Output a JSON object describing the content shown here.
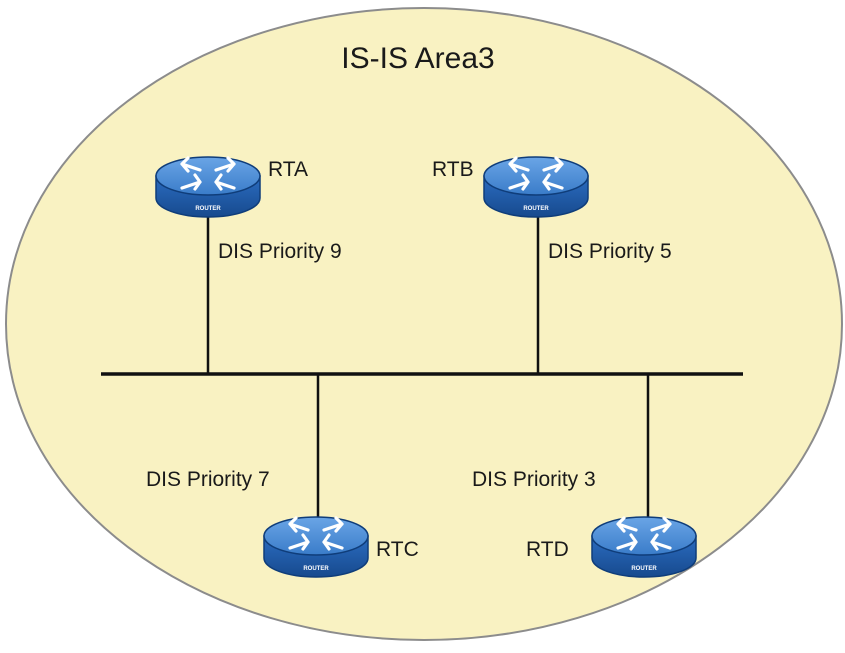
{
  "diagram": {
    "area_label": "IS-IS Area3",
    "colors": {
      "area_fill": "#f9f2c2",
      "area_stroke": "#8c8c8c",
      "router_body": "#1e5ba8",
      "router_top": "#4d8ed6",
      "router_ring": "#0f3d7a",
      "line": "#111111",
      "text": "#1a1a1a"
    },
    "routers": [
      {
        "id": "rta",
        "name": "RTA",
        "badge": "ROUTER",
        "icon": "router-icon",
        "dis_label": "DIS Priority 9"
      },
      {
        "id": "rtb",
        "name": "RTB",
        "badge": "ROUTER",
        "icon": "router-icon",
        "dis_label": "DIS Priority 5"
      },
      {
        "id": "rtc",
        "name": "RTC",
        "badge": "ROUTER",
        "icon": "router-icon",
        "dis_label": "DIS Priority 7"
      },
      {
        "id": "rtd",
        "name": "RTD",
        "badge": "ROUTER",
        "icon": "router-icon",
        "dis_label": "DIS Priority 3"
      }
    ]
  }
}
